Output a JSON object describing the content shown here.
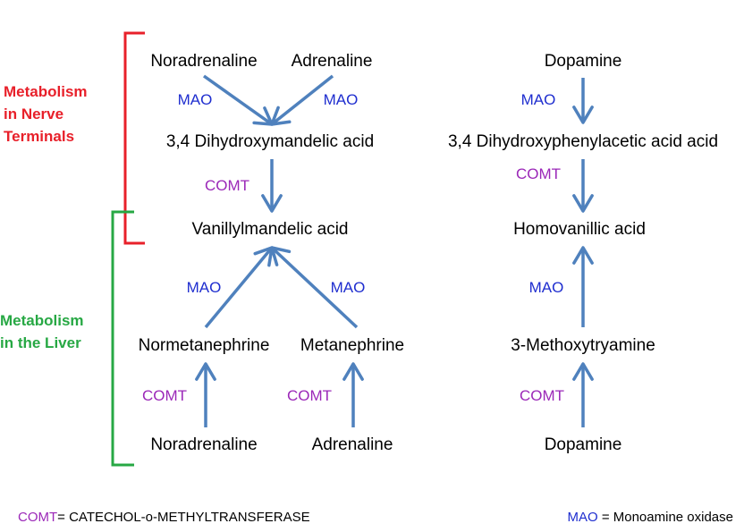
{
  "colors": {
    "arrow": "#4f81bd",
    "mao": "#1f2ecf",
    "comt": "#9b28b8",
    "nerve_bracket": "#e8202a",
    "liver_bracket": "#27a844"
  },
  "regions": {
    "nerve": {
      "line1": "Metabolism",
      "line2": "in Nerve",
      "line3": "Terminals"
    },
    "liver": {
      "line1": "Metabolism",
      "line2": "in the Liver"
    }
  },
  "left_pathway": {
    "top_precursors": [
      "Noradrenaline",
      "Adrenaline"
    ],
    "intermediate": "3,4 Dihydroxymandelic acid",
    "product": "Vanillylmandelic acid",
    "liver_intermediates": [
      "Normetanephrine",
      "Metanephrine"
    ],
    "bottom_precursors": [
      "Noradrenaline",
      "Adrenaline"
    ],
    "enzymes": {
      "top_left": "MAO",
      "top_right": "MAO",
      "middle": "COMT",
      "upper_left": "MAO",
      "upper_right": "MAO",
      "lower_left": "COMT",
      "lower_right": "COMT"
    }
  },
  "right_pathway": {
    "top_precursor": "Dopamine",
    "intermediate": "3,4 Dihydroxyphenylacetic acid acid",
    "product": "Homovanillic acid",
    "liver_intermediate": "3-Methoxytryamine",
    "bottom_precursor": "Dopamine",
    "enzymes": {
      "top": "MAO",
      "middle": "COMT",
      "upper": "MAO",
      "lower": "COMT"
    }
  },
  "legend": {
    "comt_abbr": "COMT",
    "comt_def": "= CATECHOL-o-METHYLTRANSFERASE",
    "mao_abbr": "MAO",
    "mao_def": " = Monoamine oxidase"
  }
}
